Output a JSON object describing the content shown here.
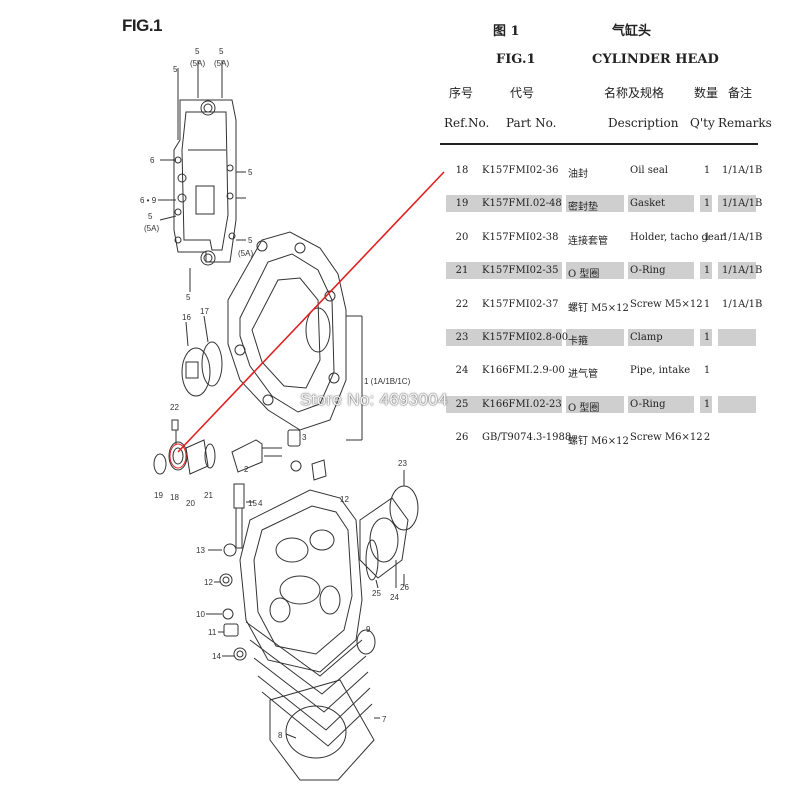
{
  "figure": {
    "label": "FIG.1"
  },
  "table": {
    "title_cn_fig": "图 1",
    "title_cn_name": "气缸头",
    "title_en_fig": "FIG.1",
    "title_en_name": "CYLINDER HEAD",
    "headers_cn": {
      "ref": "序号",
      "part": "代号",
      "desc": "名称及规格",
      "qty": "数量",
      "remarks": "备注"
    },
    "headers_en": {
      "ref": "Ref.No.",
      "part": "Part No.",
      "desc": "Description",
      "qty": "Q'ty",
      "remarks": "Remarks"
    },
    "rows": [
      {
        "ref": "18",
        "part": "K157FMI02-36",
        "name_cn": "油封",
        "name_en": "Oil seal",
        "qty": "1",
        "remarks": "1/1A/1B",
        "shaded": false
      },
      {
        "ref": "19",
        "part": "K157FMI.02-48",
        "name_cn": "密封垫",
        "name_en": "Gasket",
        "qty": "1",
        "remarks": "1/1A/1B",
        "shaded": true
      },
      {
        "ref": "20",
        "part": "K157FMI02-38",
        "name_cn": "连接套管",
        "name_en": "Holder, tacho gear",
        "qty": "1",
        "remarks": "1/1A/1B",
        "shaded": false
      },
      {
        "ref": "21",
        "part": "K157FMI02-35",
        "name_cn": "O 型圈",
        "name_en": "O-Ring",
        "qty": "1",
        "remarks": "1/1A/1B",
        "shaded": true
      },
      {
        "ref": "22",
        "part": "K157FMI02-37",
        "name_cn": "螺钉 M5×12",
        "name_en": "Screw M5×12",
        "qty": "1",
        "remarks": "1/1A/1B",
        "shaded": false
      },
      {
        "ref": "23",
        "part": "K157FMI02.8-00",
        "name_cn": "卡箍",
        "name_en": "Clamp",
        "qty": "1",
        "remarks": "",
        "shaded": true
      },
      {
        "ref": "24",
        "part": "K166FMI.2.9-00",
        "name_cn": "进气管",
        "name_en": "Pipe, intake",
        "qty": "1",
        "remarks": "",
        "shaded": false
      },
      {
        "ref": "25",
        "part": "K166FMI.02-23",
        "name_cn": "O 型圈",
        "name_en": "O-Ring",
        "qty": "1",
        "remarks": "",
        "shaded": true
      },
      {
        "ref": "26",
        "part": "GB/T9074.3-1988",
        "name_cn": "螺钉 M6×12",
        "name_en": "Screw M6×12",
        "qty": "2",
        "remarks": "",
        "shaded": false
      }
    ]
  },
  "watermark": {
    "text": "Store No: 4693004"
  },
  "callouts": {
    "c5a": "5",
    "c5b": "5",
    "c5c": "5",
    "c5A1": "(5A)",
    "c5A2": "(5A)",
    "c6": "6",
    "c69": "6 • 9",
    "c5d": "5",
    "c5A3": "(5A)",
    "c5e": "5",
    "c5A4": "(5A)",
    "c5f": "5",
    "c16": "16",
    "c17": "17",
    "c1": "1 (1A/1B/1C)",
    "c22": "22",
    "c19": "19",
    "c18": "18",
    "c20": "20",
    "c21": "21",
    "c2": "2",
    "c3": "3",
    "c4": "4",
    "c15": "15",
    "c13": "13",
    "c12": "12",
    "c10": "10",
    "c11": "11",
    "c14": "14",
    "c9": "9",
    "c23": "23",
    "c25": "25",
    "c24": "24",
    "c26": "26",
    "c7": "7",
    "c8": "8"
  },
  "colors": {
    "leader_line": "#e02020",
    "shade": "#cfcfcf"
  }
}
